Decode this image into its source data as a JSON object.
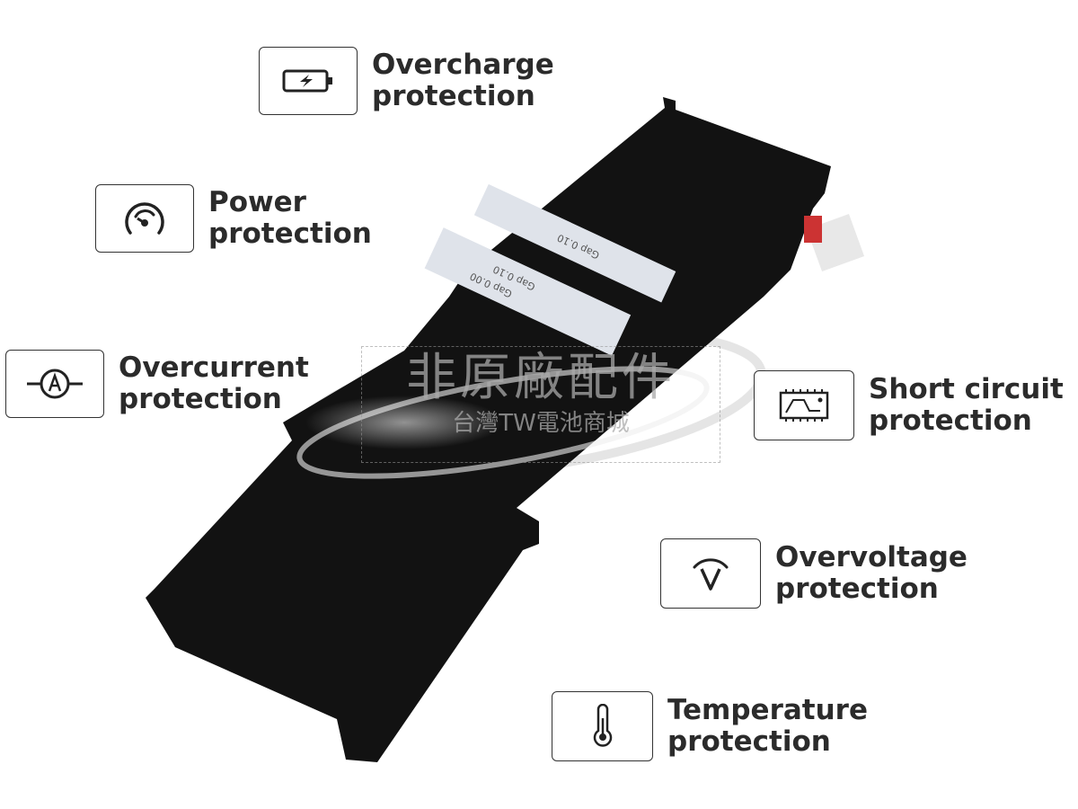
{
  "features": [
    {
      "line1": "Overcharge",
      "line2": "protection",
      "icon": "battery-charge-icon"
    },
    {
      "line1": "Power",
      "line2": "protection",
      "icon": "power-gauge-icon"
    },
    {
      "line1": "Overcurrent",
      "line2": "protection",
      "icon": "ammeter-icon"
    },
    {
      "line1": "Short circuit",
      "line2": "protection",
      "icon": "circuit-board-icon"
    },
    {
      "line1": "Overvoltage",
      "line2": "protection",
      "icon": "voltage-icon"
    },
    {
      "line1": "Temperature",
      "line2": "protection",
      "icon": "thermometer-icon"
    }
  ],
  "battery_labels": [
    "Gap 0.10",
    "Gap 0.10",
    "Gap 0.00"
  ],
  "watermark": {
    "main": "非原廠配件",
    "sub": "台灣TW電池商城"
  },
  "colors": {
    "battery": "#111111",
    "text": "#2b2b2b",
    "sticker": "#dfe3ea"
  }
}
